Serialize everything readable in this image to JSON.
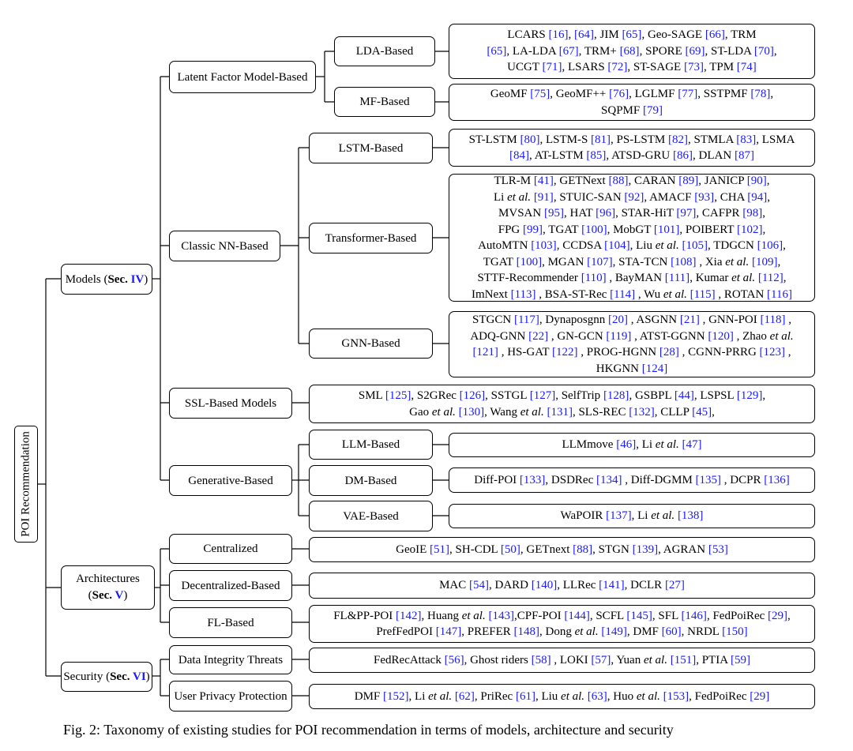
{
  "root": {
    "label": "POI Recommendation"
  },
  "level1": {
    "models": {
      "label": "Models (",
      "sec_label": "Sec.",
      "sec_num": "IV",
      "close": ")"
    },
    "architectures": {
      "label": "Architectures",
      "open": "(",
      "sec_label": "Sec.",
      "sec_num": "V",
      "close": ")"
    },
    "security": {
      "label": "Security (",
      "sec_label": "Sec.",
      "sec_num": "VI",
      "close": ")"
    }
  },
  "level2": {
    "latent_factor": "Latent Factor Model-Based",
    "classic_nn": "Classic NN-Based",
    "ssl": "SSL-Based Models",
    "generative": "Generative-Based",
    "centralized": "Centralized",
    "decentralized": "Decentralized-Based",
    "fl": "FL-Based",
    "data_integrity": "Data Integrity Threats",
    "user_privacy": "User Privacy Protection"
  },
  "level3": {
    "lda": "LDA-Based",
    "mf": "MF-Based",
    "lstm": "LSTM-Based",
    "transformer": "Transformer-Based",
    "gnn": "GNN-Based",
    "llm": "LLM-Based",
    "dm": "DM-Based",
    "vae": "VAE-Based"
  },
  "leaves": {
    "lda": [
      "LCARS <span class=\"r\">[16]</span>, <span class=\"r\">[64]</span>, JIM <span class=\"r\">[65]</span>, Geo-SAGE <span class=\"r\">[66]</span>, TRM",
      "<span class=\"r\">[65]</span>, LA-LDA <span class=\"r\">[67]</span>, TRM+ <span class=\"r\">[68]</span>, SPORE <span class=\"r\">[69]</span>, ST-LDA <span class=\"r\">[70]</span>,",
      "UCGT <span class=\"r\">[71]</span>, LSARS <span class=\"r\">[72]</span>, ST-SAGE <span class=\"r\">[73]</span>, TPM <span class=\"r\">[74]</span>"
    ],
    "mf": [
      "GeoMF <span class=\"r\">[75]</span>, GeoMF++ <span class=\"r\">[76]</span>, LGLMF <span class=\"r\">[77]</span>, SSTPMF <span class=\"r\">[78]</span>,",
      "SQPMF <span class=\"r\">[79]</span>"
    ],
    "lstm": [
      "ST-LSTM <span class=\"r\">[80]</span>, LSTM-S <span class=\"r\">[81]</span>, PS-LSTM <span class=\"r\">[82]</span>, STMLA <span class=\"r\">[83]</span>, LSMA",
      "<span class=\"r\">[84]</span>, AT-LSTM <span class=\"r\">[85]</span>, ATSD-GRU <span class=\"r\">[86]</span>, DLAN <span class=\"r\">[87]</span>"
    ],
    "transformer": [
      "TLR-M <span class=\"r\">[41]</span>, GETNext <span class=\"r\">[88]</span>, CARAN <span class=\"r\">[89]</span>, JANICP <span class=\"r\">[90]</span>,",
      "Li <i>et al.</i> <span class=\"r\">[91]</span>, STUIC-SAN <span class=\"r\">[92]</span>, AMACF <span class=\"r\">[93]</span>, CHA <span class=\"r\">[94]</span>,",
      "MVSAN <span class=\"r\">[95]</span>, HAT <span class=\"r\">[96]</span>, STAR-HiT <span class=\"r\">[97]</span>, CAFPR <span class=\"r\">[98]</span>,",
      "FPG <span class=\"r\">[99]</span>, TGAT <span class=\"r\">[100]</span>, MobGT <span class=\"r\">[101]</span>, POIBERT <span class=\"r\">[102]</span>,",
      "AutoMTN <span class=\"r\">[103]</span>, CCDSA <span class=\"r\">[104]</span>, Liu <i>et al.</i> <span class=\"r\">[105]</span>, TDGCN <span class=\"r\">[106]</span>,",
      "TGAT <span class=\"r\">[100]</span>, MGAN <span class=\"r\">[107]</span>, STA-TCN <span class=\"r\">[108]</span> , Xia <i>et al.</i> <span class=\"r\">[109]</span>,",
      "STTF-Recommender <span class=\"r\">[110]</span> , BayMAN <span class=\"r\">[111]</span>, Kumar <i>et al.</i> <span class=\"r\">[112]</span>,",
      "ImNext <span class=\"r\">[113]</span> , BSA-ST-Rec <span class=\"r\">[114]</span> , Wu <i>et al.</i> <span class=\"r\">[115]</span> , ROTAN <span class=\"r\">[116]</span>"
    ],
    "gnn": [
      "STGCN <span class=\"r\">[117]</span>, Dynaposgnn <span class=\"r\">[20]</span> , ASGNN <span class=\"r\">[21]</span> , GNN-POI <span class=\"r\">[118]</span> ,",
      "ADQ-GNN <span class=\"r\">[22]</span> , GN-GCN <span class=\"r\">[119]</span> , ATST-GGNN <span class=\"r\">[120]</span> , Zhao <i>et al.</i>",
      "<span class=\"r\">[121]</span> , HS-GAT <span class=\"r\">[122]</span> , PROG-HGNN <span class=\"r\">[28]</span> , CGNN-PRRG <span class=\"r\">[123]</span> ,",
      "HKGNN <span class=\"r\">[124]</span>"
    ],
    "ssl": [
      "SML <span class=\"r\">[125]</span>, S2GRec <span class=\"r\">[126]</span>, SSTGL <span class=\"r\">[127]</span>, SelfTrip <span class=\"r\">[128]</span>, GSBPL <span class=\"r\">[44]</span>, LSPSL <span class=\"r\">[129]</span>,",
      "Gao <i>et al.</i> <span class=\"r\">[130]</span>, Wang <i>et al.</i> <span class=\"r\">[131]</span>, SLS-REC <span class=\"r\">[132]</span>, CLLP <span class=\"r\">[45]</span>,"
    ],
    "llm": [
      "LLMmove <span class=\"r\">[46]</span>, Li <i>et al.</i> <span class=\"r\">[47]</span>"
    ],
    "dm": [
      "Diff-POI <span class=\"r\">[133]</span>, DSDRec <span class=\"r\">[134]</span> , Diff-DGMM <span class=\"r\">[135]</span> , DCPR <span class=\"r\">[136]</span>"
    ],
    "vae": [
      "WaPOIR <span class=\"r\">[137]</span>, Li <i>et al.</i> <span class=\"r\">[138]</span>"
    ],
    "centralized": [
      "GeoIE <span class=\"r\">[51]</span>, SH-CDL <span class=\"r\">[50]</span>, GETnext <span class=\"r\">[88]</span>, STGN <span class=\"r\">[139]</span>, AGRAN <span class=\"r\">[53]</span>"
    ],
    "decentralized": [
      "MAC <span class=\"r\">[54]</span>, DARD <span class=\"r\">[140]</span>, LLRec <span class=\"r\">[141]</span>, DCLR <span class=\"r\">[27]</span>"
    ],
    "fl": [
      "FL&amp;PP-POI <span class=\"r\">[142]</span>, Huang <i>et al.</i> <span class=\"r\">[143]</span>,CPF-POI <span class=\"r\">[144]</span>, SCFL <span class=\"r\">[145]</span>, SFL <span class=\"r\">[146]</span>, FedPoiRec <span class=\"r\">[29]</span>,",
      "PrefFedPOI <span class=\"r\">[147]</span>, PREFER <span class=\"r\">[148]</span>, Dong <i>et al.</i> <span class=\"r\">[149]</span>, DMF <span class=\"r\">[60]</span>, NRDL <span class=\"r\">[150]</span>"
    ],
    "data_integrity": [
      "FedRecAttack <span class=\"r\">[56]</span>, Ghost riders <span class=\"r\">[58]</span> , LOKI <span class=\"r\">[57]</span>, Yuan <i>et al.</i> <span class=\"r\">[151]</span>, PTIA <span class=\"r\">[59]</span>"
    ],
    "user_privacy": [
      "DMF <span class=\"r\">[152]</span>, Li <i>et al.</i> <span class=\"r\">[62]</span>, PriRec <span class=\"r\">[61]</span>, Liu <i>et al.</i> <span class=\"r\">[63]</span>, Huo <i>et al.</i> <span class=\"r\">[153]</span>, FedPoiRec <span class=\"r\">[29]</span>"
    ]
  },
  "caption": "Fig. 2: Taxonomy of existing studies for POI recommendation in terms of models, architecture and security",
  "colors": {
    "ref": "#1a1aff",
    "line": "#000000"
  }
}
